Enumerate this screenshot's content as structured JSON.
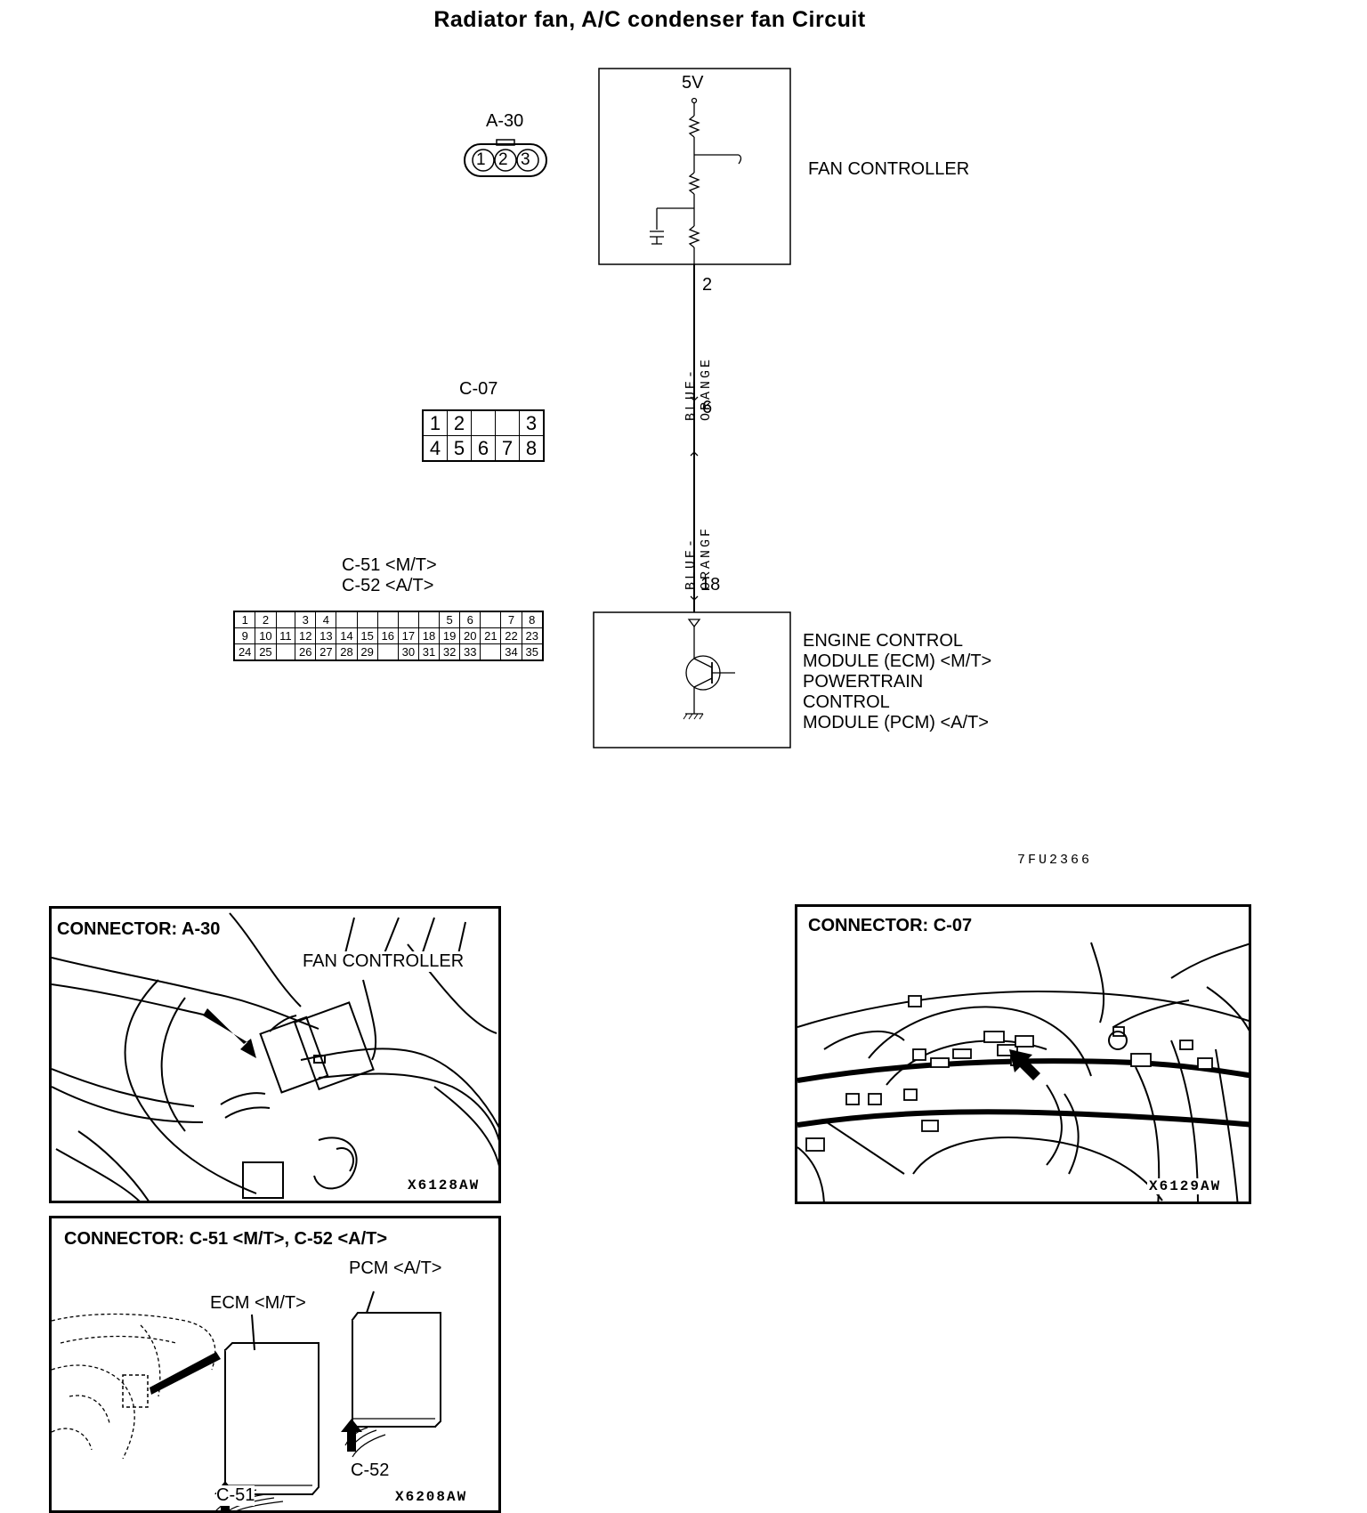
{
  "title": "Radiator fan, A/C condenser fan Circuit",
  "figure_code": "7FU2366",
  "schematic": {
    "voltage": "5V",
    "fan_controller_label": "FAN CONTROLLER",
    "pin_fan": "2",
    "pin_c07": "6",
    "pin_ecm": "18",
    "wire_upper": "BLUE-ORANGE",
    "wire_lower": "BLUE-ORANGF",
    "ecm_label_lines": [
      "ENGINE CONTROL",
      "MODULE (ECM) <M/T>",
      "POWERTRAIN",
      "CONTROL",
      "MODULE (PCM) <A/T>"
    ]
  },
  "connectors": {
    "a30": {
      "name": "A-30",
      "pins": [
        "1",
        "2",
        "3"
      ]
    },
    "c07": {
      "name": "C-07",
      "row1": [
        "1",
        "2",
        "",
        "",
        "3"
      ],
      "row2": [
        "4",
        "5",
        "6",
        "7",
        "8"
      ]
    },
    "c51": {
      "name1": "C-51 <M/T>",
      "name2": "C-52 <A/T>",
      "row1": [
        "1",
        "2",
        "",
        "3",
        "4",
        "",
        "",
        "",
        "",
        "",
        "5",
        "6",
        "",
        "7",
        "8"
      ],
      "row2": [
        "9",
        "10",
        "11",
        "12",
        "13",
        "14",
        "15",
        "16",
        "17",
        "18",
        "19",
        "20",
        "21",
        "22",
        "23"
      ],
      "row3": [
        "24",
        "25",
        "",
        "26",
        "27",
        "28",
        "29",
        "",
        "30",
        "31",
        "32",
        "33",
        "",
        "34",
        "35"
      ]
    }
  },
  "panels": {
    "a30": {
      "title": "CONNECTOR: A-30",
      "label": "FAN CONTROLLER",
      "code": "X6128AW"
    },
    "c07": {
      "title": "CONNECTOR: C-07",
      "code": "X6129AW"
    },
    "c51": {
      "title": "CONNECTOR: C-51 <M/T>, C-52 <A/T>",
      "pcm": "PCM <A/T>",
      "ecm": "ECM <M/T>",
      "c52": "C-52",
      "c51": "C-51",
      "code": "X6208AW"
    }
  }
}
